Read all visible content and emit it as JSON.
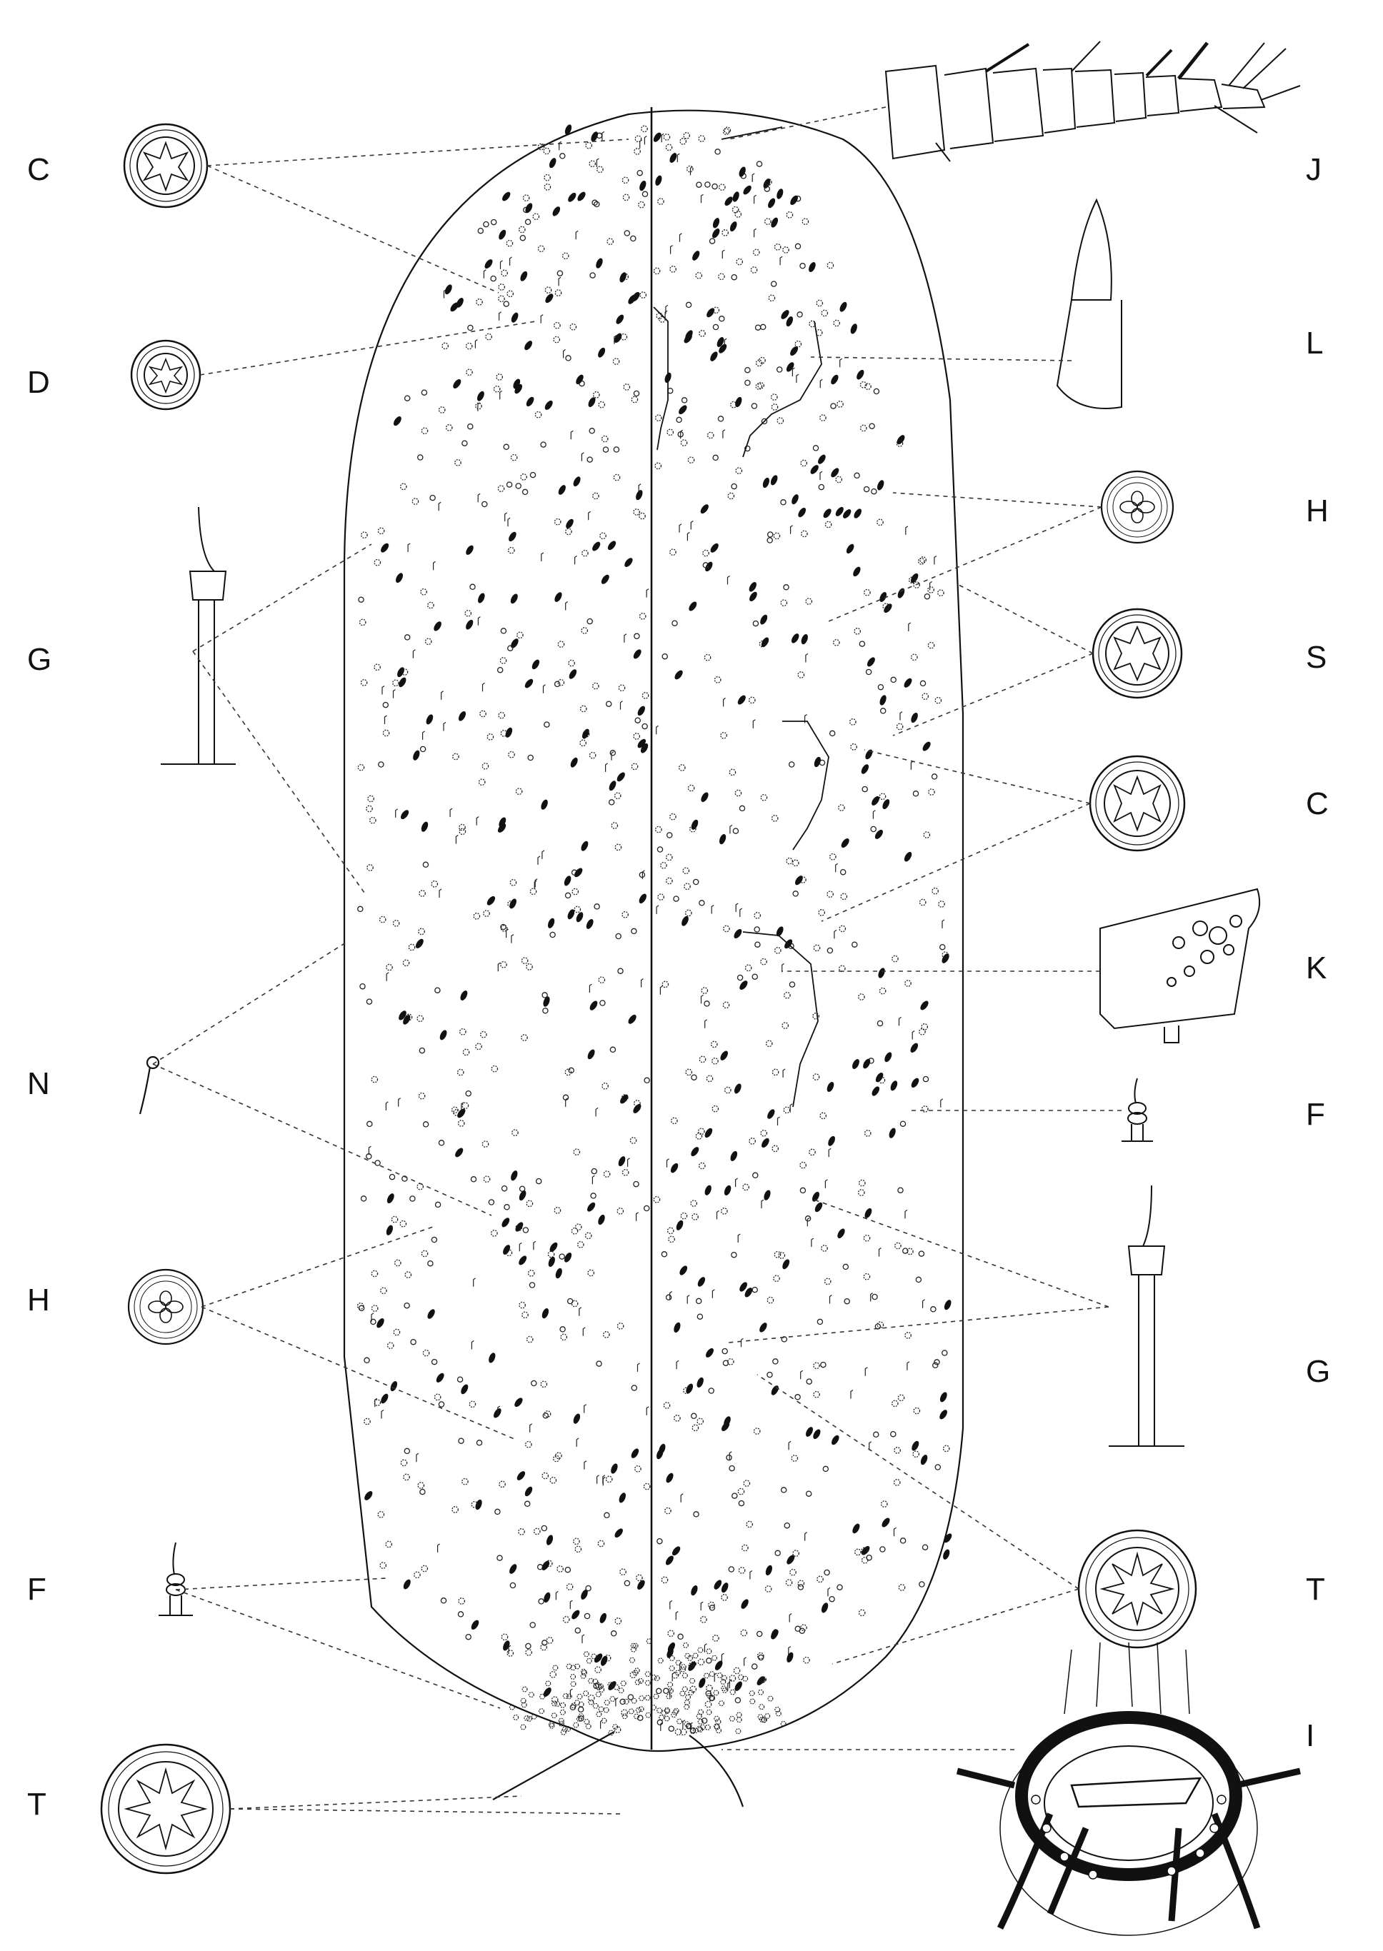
{
  "figure": {
    "labels_left": [
      {
        "id": "C1",
        "text": "C"
      },
      {
        "id": "D",
        "text": "D"
      },
      {
        "id": "G1",
        "text": "G"
      },
      {
        "id": "N",
        "text": "N"
      },
      {
        "id": "H1",
        "text": "H"
      },
      {
        "id": "F1",
        "text": "F"
      },
      {
        "id": "T1",
        "text": "T"
      }
    ],
    "labels_right": [
      {
        "id": "J",
        "text": "J"
      },
      {
        "id": "L",
        "text": "L"
      },
      {
        "id": "H2",
        "text": "H"
      },
      {
        "id": "S",
        "text": "S"
      },
      {
        "id": "C2",
        "text": "C"
      },
      {
        "id": "K",
        "text": "K"
      },
      {
        "id": "F2",
        "text": "F"
      },
      {
        "id": "G2",
        "text": "G"
      },
      {
        "id": "T2",
        "text": "T"
      },
      {
        "id": "I",
        "text": "I"
      }
    ],
    "ink_color": "#111111",
    "background": "#ffffff"
  }
}
